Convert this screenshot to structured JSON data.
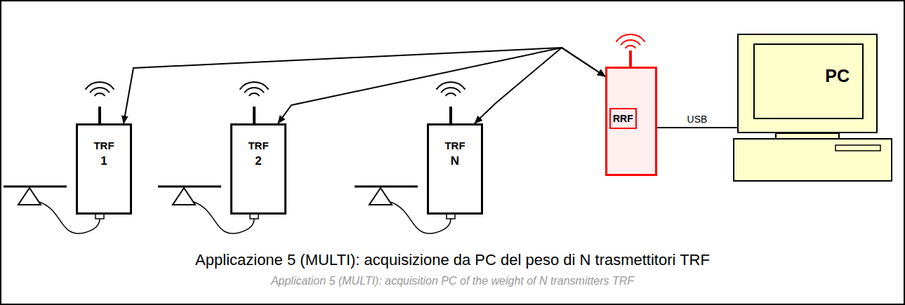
{
  "diagram": {
    "caption": "Applicazione 5 (MULTI): acquisizione da PC del peso di N trasmettitori TRF",
    "nodes": [
      {
        "text": [
          "TRF",
          "1"
        ]
      },
      {
        "text": [
          "TRF",
          "2"
        ]
      },
      {
        "text": [
          "TRF",
          "N"
        ]
      },
      {
        "text": [
          "RRF"
        ]
      },
      {
        "text": [
          "PC"
        ]
      }
    ],
    "edges": [
      {
        "from": 3,
        "to": 0,
        "arrow": "both"
      },
      {
        "from": 3,
        "to": 1,
        "arrow": "both"
      },
      {
        "from": 3,
        "to": 2,
        "arrow": "both"
      },
      {
        "from": 3,
        "to": 4,
        "label": "USB",
        "arrow": "none"
      }
    ],
    "labels": [
      "Application 5 (MULTI): acquisition PC of the weight of N transmitters TRF"
    ]
  }
}
